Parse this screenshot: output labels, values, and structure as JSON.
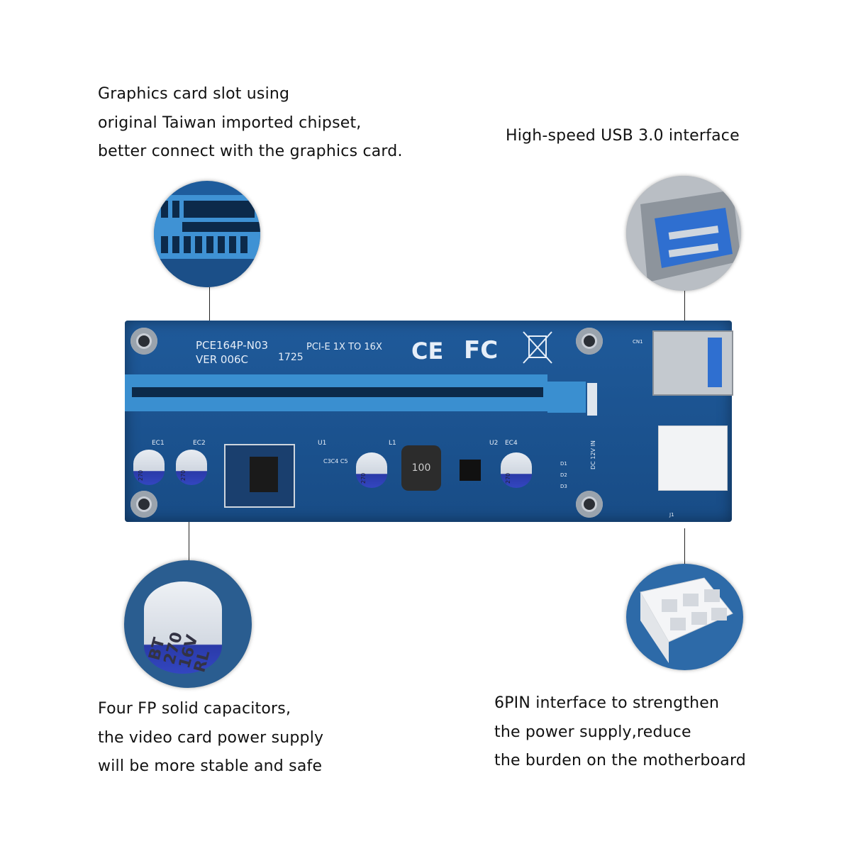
{
  "captions": {
    "slot": [
      "Graphics card slot using",
      "original Taiwan imported chipset,",
      "better connect with the graphics card."
    ],
    "usb": [
      "High-speed USB 3.0 interface"
    ],
    "capacitors": [
      "Four FP solid capacitors,",
      "the video card power supply",
      "will be more stable and safe"
    ],
    "power": [
      "6PIN interface to strengthen",
      "the power supply,reduce",
      "the burden on the motherboard"
    ]
  },
  "board_markings": {
    "model": "PCE164P-N03",
    "version": "VER 006C",
    "date_code": "1725",
    "interface": "PCI-E 1X TO 16X",
    "ce": "CE",
    "fc": "FC",
    "cn1": "CN1",
    "u1": "U1",
    "u2": "U2",
    "l1": "L1",
    "ec1": "EC1",
    "ec2": "EC2",
    "ec4": "EC4",
    "c3c4c5": "C3C4 C5",
    "inductor": "100",
    "power_in": "DC 12V IN",
    "j1": "J1",
    "d1": "D1",
    "d2": "D2",
    "d3": "D3",
    "capacitor_label": [
      "BT",
      "270",
      "16V",
      "RL"
    ]
  },
  "colors": {
    "pcb": "#1f5a9a",
    "slot": "#3a8fd0",
    "usb": "#2f6fd0",
    "text": "#111111"
  }
}
